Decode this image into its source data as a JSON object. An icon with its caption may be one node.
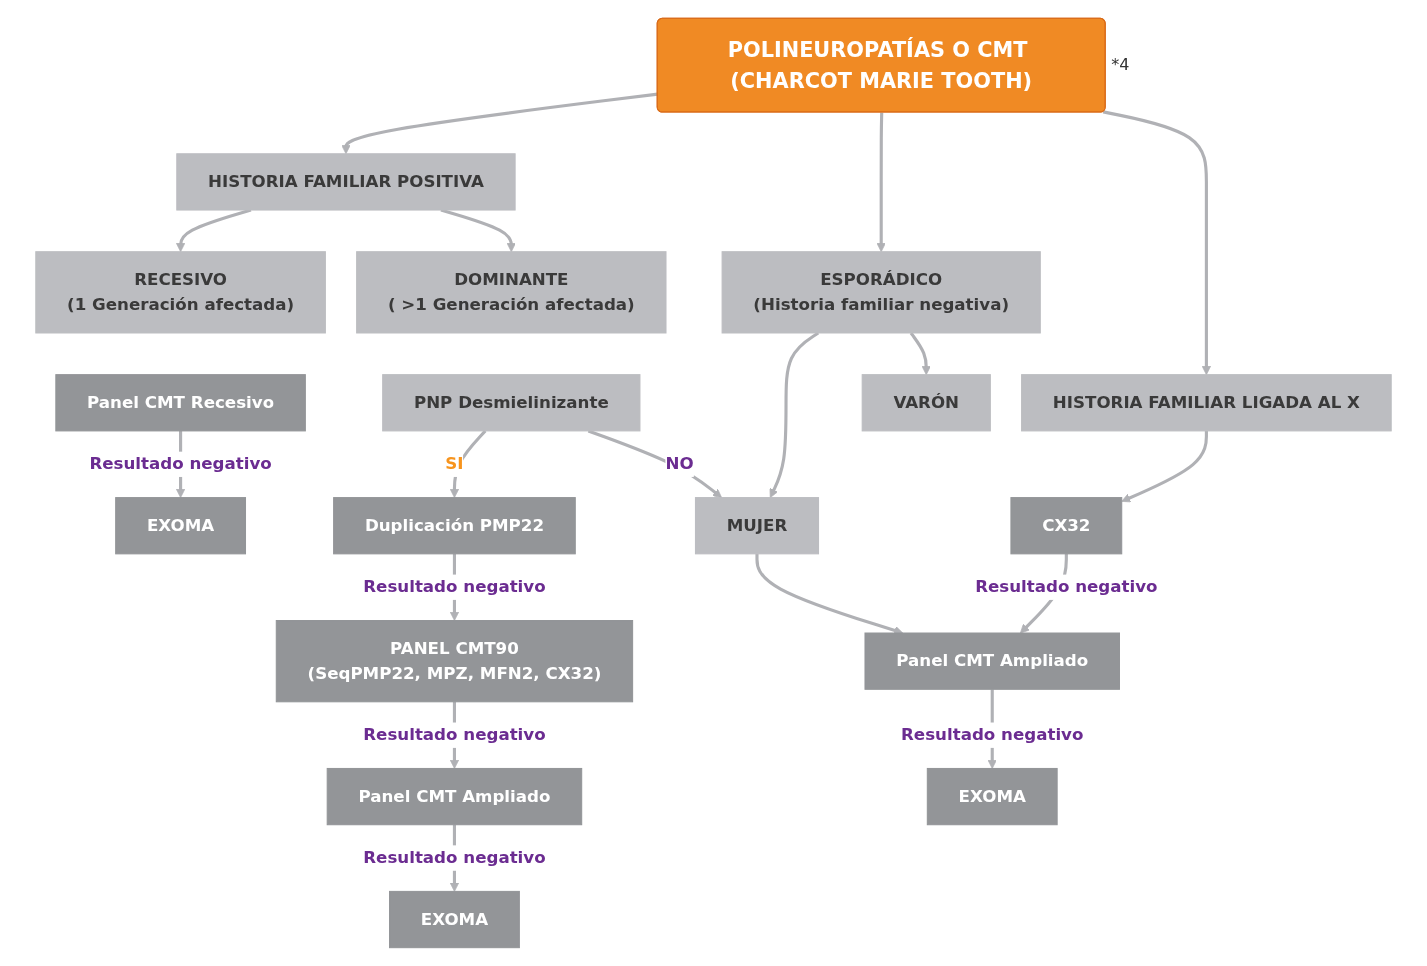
{
  "diagram": {
    "nodes": [
      {
        "text": [
          "POLINEUROPATÍAS O CMT (CHARCOT MARIE TOOTH)"
        ],
        "beside": [
          "*4"
        ]
      },
      {
        "text": [
          "HISTORIA FAMILIAR POSITIVA"
        ]
      },
      {
        "text": [
          "ESPORÁDICO",
          "(Historia familiar negativa)"
        ]
      },
      {
        "text": [
          "HISTORIA FAMILIAR LIGADA AL X"
        ]
      },
      {
        "text": [
          "RECESIVO",
          "(1 Generación afectada)"
        ]
      },
      {
        "text": [
          "DOMINANTE",
          "( >1 Generación afectada)"
        ]
      },
      {
        "text": [
          "Panel CMT Recesivo"
        ]
      },
      {
        "text": [
          "EXOMA"
        ]
      },
      {
        "text": [
          "PNP Desmielinizante"
        ]
      },
      {
        "text": [
          "Duplicación PMP22"
        ]
      },
      {
        "text": [
          "PANEL CMT90",
          "(SeqPMP22, MPZ, MFN2, CX32)"
        ]
      },
      {
        "text": [
          "Panel CMT Ampliado"
        ]
      },
      {
        "text": [
          "EXOMA"
        ]
      },
      {
        "text": [
          "MUJER"
        ]
      },
      {
        "text": [
          "VARÓN"
        ]
      },
      {
        "text": [
          "CX32"
        ]
      },
      {
        "text": [
          "Panel CMT Ampliado"
        ]
      },
      {
        "text": [
          "EXOMA"
        ]
      }
    ],
    "edges": [
      {
        "from": 0,
        "to": 1,
        "arrow": "to"
      },
      {
        "from": 0,
        "to": 2,
        "arrow": "to"
      },
      {
        "from": 0,
        "to": 3,
        "arrow": "to"
      },
      {
        "from": 1,
        "to": 4,
        "arrow": "to"
      },
      {
        "from": 1,
        "to": 5,
        "arrow": "to"
      },
      {
        "from": 6,
        "to": 7,
        "arrow": "to",
        "label": "Resultado negativo"
      },
      {
        "from": 8,
        "to": 9,
        "arrow": "to",
        "label": "SI"
      },
      {
        "from": 8,
        "to": 13,
        "arrow": "to",
        "label": "NO"
      },
      {
        "from": 9,
        "to": 10,
        "arrow": "to",
        "label": "Resultado negativo"
      },
      {
        "from": 10,
        "to": 11,
        "arrow": "to",
        "label": "Resultado negativo"
      },
      {
        "from": 11,
        "to": 12,
        "arrow": "to",
        "label": "Resultado negativo"
      },
      {
        "from": 2,
        "to": 13,
        "arrow": "to"
      },
      {
        "from": 2,
        "to": 14,
        "arrow": "to"
      },
      {
        "from": 13,
        "to": 16,
        "arrow": "to"
      },
      {
        "from": 3,
        "to": 15,
        "arrow": "to"
      },
      {
        "from": 15,
        "to": 16,
        "arrow": "to",
        "label": "Resultado negativo"
      },
      {
        "from": 16,
        "to": 17,
        "arrow": "to",
        "label": "Resultado negativo"
      }
    ]
  }
}
